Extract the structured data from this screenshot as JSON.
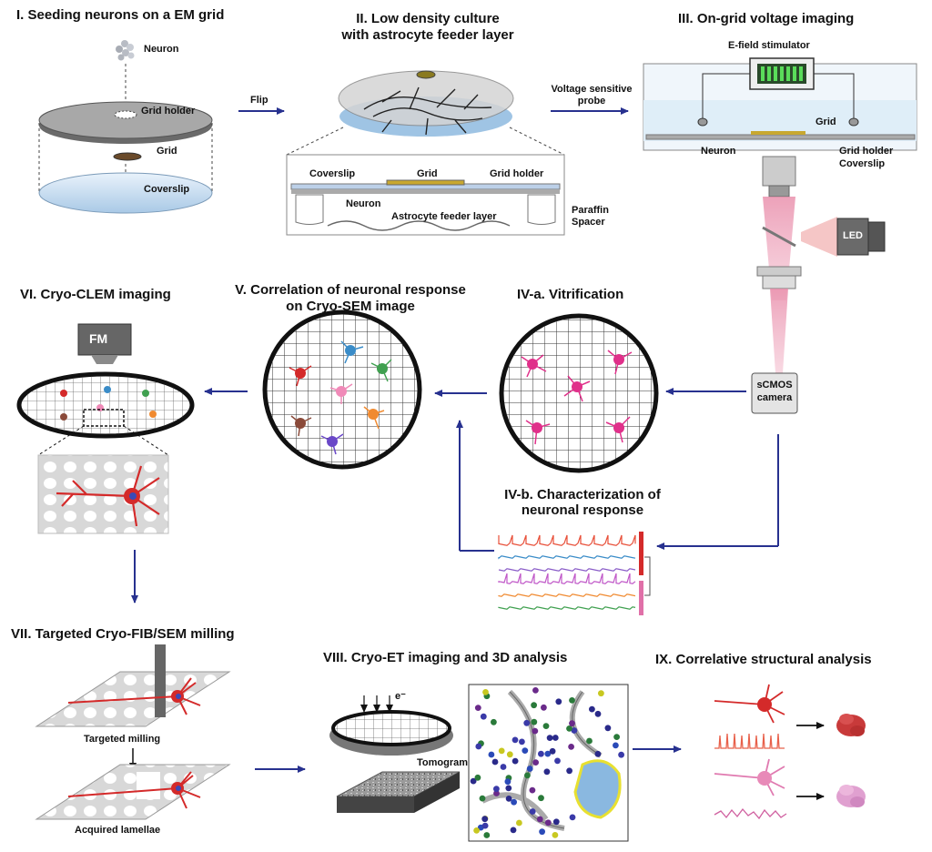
{
  "panels": {
    "p1": {
      "title": "I. Seeding neurons on a EM grid",
      "neuron": "Neuron",
      "grid_holder": "Grid holder",
      "grid": "Grid",
      "coverslip": "Coverslip"
    },
    "flip": "Flip",
    "p2": {
      "title_line1": "II. Low density culture",
      "title_line2": "with astrocyte feeder layer",
      "coverslip": "Coverslip",
      "grid": "Grid",
      "grid_holder": "Grid holder",
      "neuron": "Neuron",
      "astro": "Astrocyte feeder layer",
      "paraffin": "Paraffin",
      "spacer": "Spacer"
    },
    "probe": {
      "line1": "Voltage sensitive",
      "line2": "probe"
    },
    "p3": {
      "title": "III. On-grid voltage imaging",
      "stim": "E-field stimulator",
      "grid": "Grid",
      "neuron": "Neuron",
      "grid_holder": "Grid holder",
      "coverslip": "Coverslip",
      "led": "LED",
      "camera_line1": "sCMOS",
      "camera_line2": "camera"
    },
    "p4a": {
      "title": "IV-a. Vitrification"
    },
    "p4b": {
      "title_line1": "IV-b. Characterization of",
      "title_line2": "neuronal response"
    },
    "p5": {
      "title_line1": "V. Correlation of neuronal response",
      "title_line2": "on Cryo-SEM image"
    },
    "p6": {
      "title": "VI. Cryo-CLEM imaging",
      "fm": "FM"
    },
    "p7": {
      "title": "VII. Targeted Cryo-FIB/SEM milling",
      "milling": "Targeted milling",
      "lamellae": "Acquired lamellae"
    },
    "p8": {
      "title": "VIII. Cryo-ET imaging and 3D analysis",
      "electron": "e⁻",
      "tomogram": "Tomogram"
    },
    "p9": {
      "title": "IX. Correlative structural analysis"
    }
  },
  "colors": {
    "arrow": "#27318f",
    "neuron_red": "#d42a2a",
    "neuron_pink": "#e0308a",
    "trace_colors": [
      "#e8503a",
      "#3a8cc8",
      "#8a5cc8",
      "#c058c8",
      "#f08a30",
      "#40a050"
    ]
  }
}
